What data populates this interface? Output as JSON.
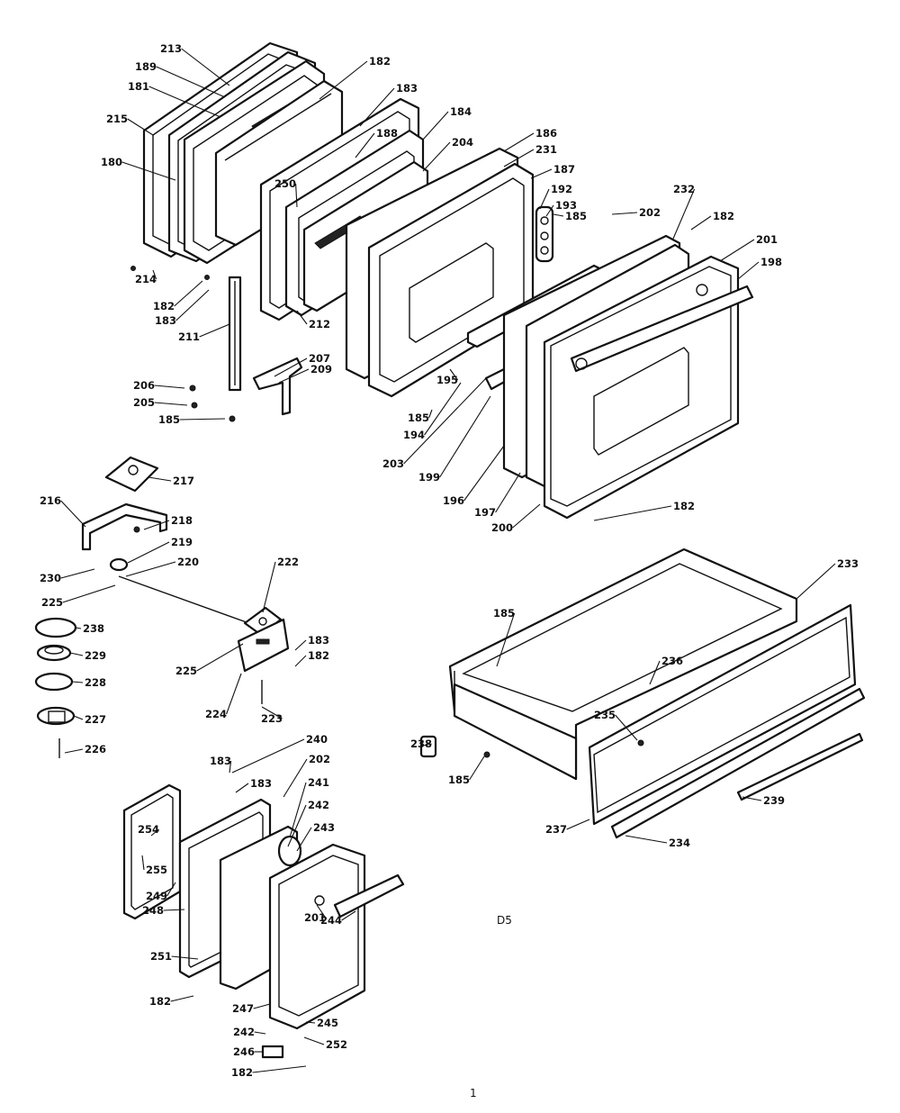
{
  "diagram": {
    "labels": [
      "213",
      "189",
      "181",
      "215",
      "180",
      "214",
      "182",
      "183",
      "211",
      "206",
      "205",
      "185",
      "250",
      "212",
      "207",
      "209",
      "182",
      "183",
      "188",
      "184",
      "204",
      "186",
      "231",
      "187",
      "192",
      "193",
      "185",
      "202",
      "232",
      "182",
      "201",
      "198",
      "195",
      "185",
      "194",
      "203",
      "199",
      "196",
      "197",
      "200",
      "182",
      "217",
      "216",
      "218",
      "219",
      "230",
      "220",
      "225",
      "222",
      "238",
      "229",
      "228",
      "227",
      "226",
      "225",
      "183",
      "182",
      "224",
      "223",
      "233",
      "185",
      "236",
      "235",
      "238",
      "185",
      "237",
      "234",
      "239",
      "183",
      "240",
      "183",
      "202",
      "254",
      "255",
      "249",
      "248",
      "241",
      "242",
      "243",
      "201",
      "244",
      "251",
      "182",
      "247",
      "242",
      "245",
      "252",
      "246",
      "182"
    ],
    "notes": {
      "figure_code": "D5",
      "page_number": "1"
    }
  }
}
